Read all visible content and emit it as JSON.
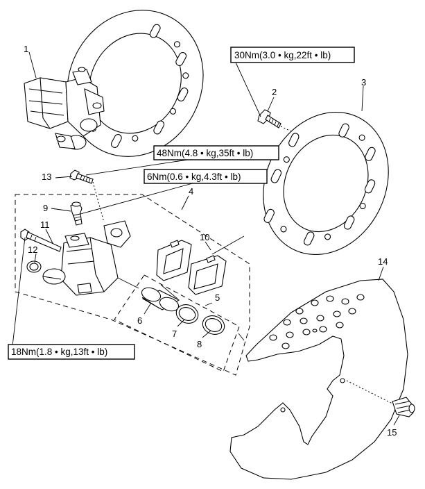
{
  "torque_specs": {
    "t1": "30Nm(3.0 • kg,22ft • lb)",
    "t2": "48Nm(4.8 • kg,35ft • lb)",
    "t3": "6Nm(0.6 • kg,4.3ft • lb)",
    "t4": "18Nm(1.8 • kg,13ft • lb)"
  },
  "part_numbers": [
    "1",
    "2",
    "3",
    "4",
    "5",
    "6",
    "7",
    "8",
    "9",
    "10",
    "11",
    "12",
    "13",
    "14",
    "15"
  ]
}
